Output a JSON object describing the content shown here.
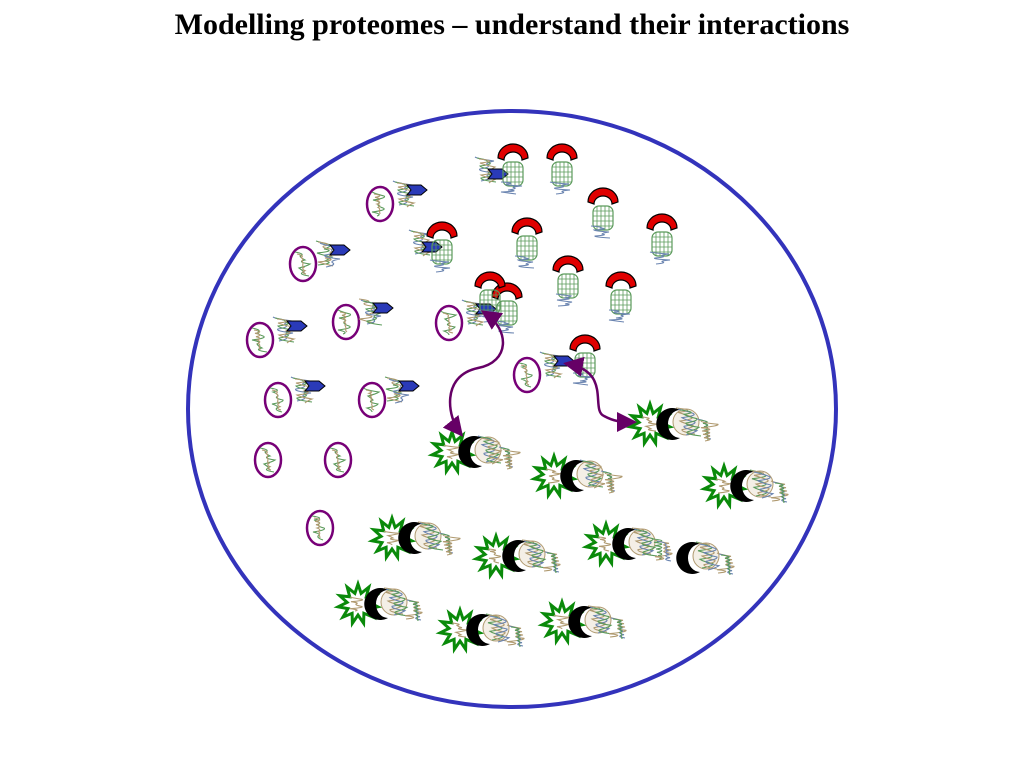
{
  "slide": {
    "title": "Modelling proteomes – understand their interactions"
  },
  "colors": {
    "boundary": "#3333bb",
    "interaction_arrow": "#660066",
    "ring_protein_outline": "#770077",
    "blue_arrow_ligand": "#2a3ab8",
    "red_cap": "#e00000",
    "green_star": "#0a8a0a",
    "black_crescent": "#000000",
    "ribbon_green": "#5a9a5a",
    "ribbon_tan": "#b09a70",
    "ribbon_blue": "#6a84b0"
  },
  "diagram": {
    "boundary_shape": "ellipse",
    "protein_families": [
      {
        "id": "ring-protein",
        "icon": "oval-ring-with-ribbon"
      },
      {
        "id": "barrel-protein",
        "icon": "beta-barrel-with-red-cap"
      },
      {
        "id": "star-protein",
        "icon": "green-star-with-black-crescent"
      }
    ],
    "interactions": [
      {
        "from": "ring-barrel-complex",
        "to": "star-protein",
        "style": "double-headed-curved-arrow"
      },
      {
        "from": "ring-barrel-complex",
        "to": "star-protein",
        "style": "double-headed-curved-arrow"
      }
    ]
  }
}
